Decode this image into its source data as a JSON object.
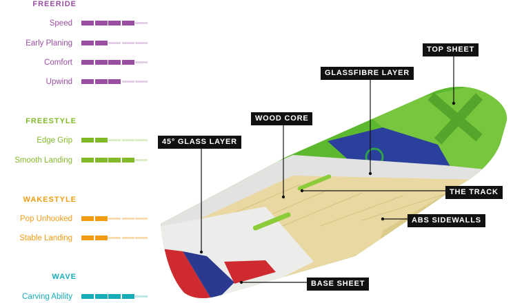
{
  "colors": {
    "freeride": "#9a4ea2",
    "freeride_off": "#e5cfe8",
    "freestyle": "#82b92b",
    "freestyle_off": "#dcecc5",
    "wakestyle": "#f39c13",
    "wakestyle_off": "#f8dcae",
    "wave": "#16acb8",
    "wave_off": "#bfe7ea"
  },
  "ratings": {
    "freeride": {
      "title": "FREERIDE",
      "items": [
        {
          "label": "Speed",
          "value": 4
        },
        {
          "label": "Early Planing",
          "value": 2
        },
        {
          "label": "Comfort",
          "value": 4
        },
        {
          "label": "Upwind",
          "value": 3
        }
      ]
    },
    "freestyle": {
      "title": "FREESTYLE",
      "items": [
        {
          "label": "Edge Grip",
          "value": 2
        },
        {
          "label": "Smooth Landing",
          "value": 4
        }
      ]
    },
    "wakestyle": {
      "title": "WAKESTYLE",
      "items": [
        {
          "label": "Pop Unhooked",
          "value": 2
        },
        {
          "label": "Stable Landing",
          "value": 2
        }
      ]
    },
    "wave": {
      "title": "WAVE",
      "items": [
        {
          "label": "Carving Ability",
          "value": 4
        }
      ]
    },
    "scale_max": 5
  },
  "callouts": {
    "top_sheet": "TOP SHEET",
    "glassfibre_layer": "GLASSFIBRE LAYER",
    "wood_core": "WOOD CORE",
    "glass_layer_45": "45° GLASS LAYER",
    "the_track": "THE TRACK",
    "abs_sidewalls": "ABS SIDEWALLS",
    "base_sheet": "BASE SHEET"
  }
}
